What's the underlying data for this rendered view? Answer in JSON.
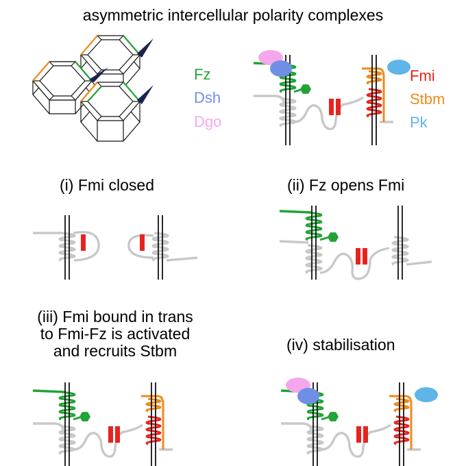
{
  "title": "asymmetric intercellular polarity complexes",
  "legend_left": [
    {
      "label": "Fz",
      "color": "#21a336"
    },
    {
      "label": "Dsh",
      "color": "#6f8fe6"
    },
    {
      "label": "Dgo",
      "color": "#f5a7ee"
    }
  ],
  "legend_right": [
    {
      "label": "Fmi",
      "color": "#e8231f"
    },
    {
      "label": "Stbm",
      "color": "#ef8a1a"
    },
    {
      "label": "Pk",
      "color": "#5fb4e8"
    }
  ],
  "panels": {
    "i": "(i) Fmi closed",
    "ii": "(ii) Fz opens Fmi",
    "iii_lines": [
      "(iii) Fmi bound in trans",
      "to Fmi-Fz is activated",
      "and recruits Stbm"
    ],
    "iv": "(iv) stabilisation"
  },
  "colors": {
    "fz": "#21a336",
    "dsh": "#6f8fe6",
    "dgo": "#f5a7ee",
    "fmi": "#e8231f",
    "stbm": "#ef8a1a",
    "pk": "#5fb4e8",
    "fmi_loop": "#c8c8c8",
    "membrane": "#111111"
  }
}
